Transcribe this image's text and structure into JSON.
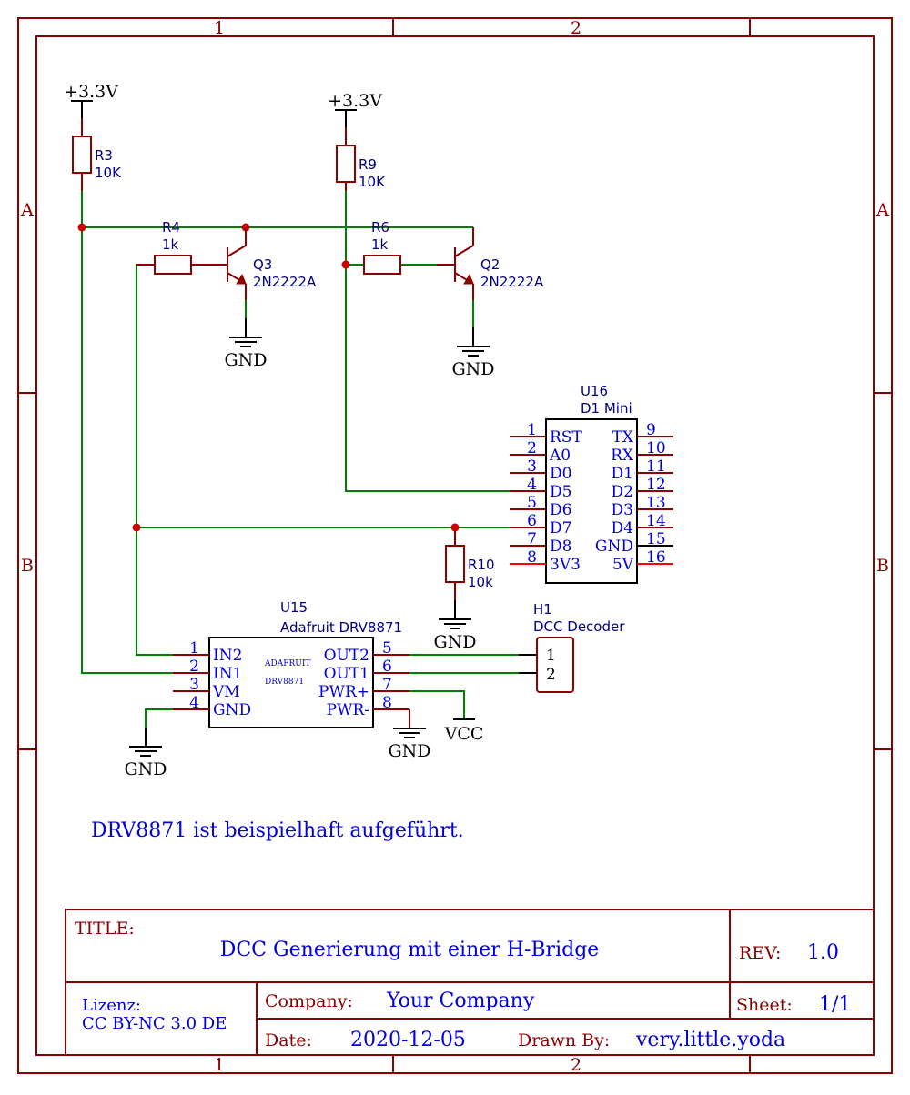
{
  "sheet": {
    "column_labels": [
      "1",
      "2"
    ],
    "row_labels": [
      "A",
      "B"
    ]
  },
  "power": {
    "supply_left": "+3.3V",
    "supply_mid": "+3.3V",
    "gnd": "GND",
    "vcc": "VCC"
  },
  "components": {
    "R3": {
      "ref": "R3",
      "value": "10K"
    },
    "R9": {
      "ref": "R9",
      "value": "10K"
    },
    "R4": {
      "ref": "R4",
      "value": "1k"
    },
    "R6": {
      "ref": "R6",
      "value": "1k"
    },
    "R10": {
      "ref": "R10",
      "value": "10k"
    },
    "Q3": {
      "ref": "Q3",
      "value": "2N2222A"
    },
    "Q2": {
      "ref": "Q2",
      "value": "2N2222A"
    },
    "U16": {
      "ref": "U16",
      "value": "D1 Mini",
      "left_pins": [
        {
          "num": "1",
          "name": "RST"
        },
        {
          "num": "2",
          "name": "A0"
        },
        {
          "num": "3",
          "name": "D0"
        },
        {
          "num": "4",
          "name": "D5"
        },
        {
          "num": "5",
          "name": "D6"
        },
        {
          "num": "6",
          "name": "D7"
        },
        {
          "num": "7",
          "name": "D8"
        },
        {
          "num": "8",
          "name": "3V3"
        }
      ],
      "right_pins": [
        {
          "num": "9",
          "name": "TX"
        },
        {
          "num": "10",
          "name": "RX"
        },
        {
          "num": "11",
          "name": "D1"
        },
        {
          "num": "12",
          "name": "D2"
        },
        {
          "num": "13",
          "name": "D3"
        },
        {
          "num": "14",
          "name": "D4"
        },
        {
          "num": "15",
          "name": "GND"
        },
        {
          "num": "16",
          "name": "5V"
        }
      ]
    },
    "U15": {
      "ref": "U15",
      "value": "Adafruit DRV8871",
      "inner_text_1": "ADAFRUIT",
      "inner_text_2": "DRV8871",
      "left_pins": [
        {
          "num": "1",
          "name": "IN2"
        },
        {
          "num": "2",
          "name": "IN1"
        },
        {
          "num": "3",
          "name": "VM"
        },
        {
          "num": "4",
          "name": "GND"
        }
      ],
      "right_pins": [
        {
          "num": "5",
          "name": "OUT2"
        },
        {
          "num": "6",
          "name": "OUT1"
        },
        {
          "num": "7",
          "name": "PWR+"
        },
        {
          "num": "8",
          "name": "PWR-"
        }
      ]
    },
    "H1": {
      "ref": "H1",
      "value": "DCC Decoder",
      "pins": [
        "1",
        "2"
      ]
    }
  },
  "note": "DRV8871 ist beispielhaft aufgeführt.",
  "title_block": {
    "title_label": "TITLE:",
    "title": "DCC Generierung mit einer H-Bridge",
    "rev_label": "REV:",
    "rev": "1.0",
    "license_label": "Lizenz:",
    "license": "CC BY-NC 3.0 DE",
    "company_label": "Company:",
    "company": "Your Company",
    "sheet_label": "Sheet:",
    "sheet": "1/1",
    "date_label": "Date:",
    "date": "2020-12-05",
    "drawn_by_label": "Drawn By:",
    "drawn_by": "very.little.yoda"
  }
}
